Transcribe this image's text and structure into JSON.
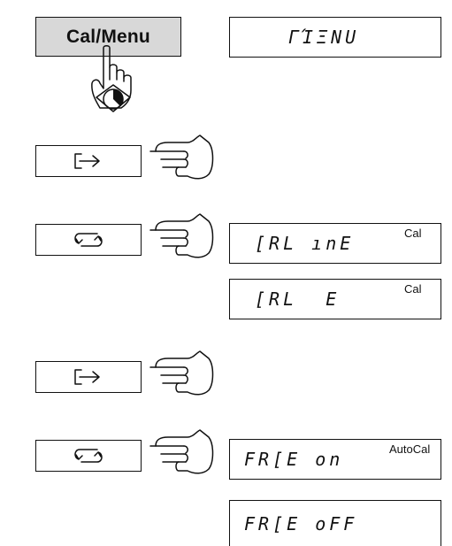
{
  "keys": {
    "cal_menu_label": "Cal/Menu",
    "transfer_icon": "transfer-arrow-icon",
    "scroll_icon": "scroll-cycle-icon"
  },
  "displays": [
    {
      "text": "ΓΊΞNU",
      "sup": ""
    },
    {
      "text": "[RL ınΕ",
      "sup": "Cal"
    },
    {
      "text": "[RL  E",
      "sup": "Cal"
    },
    {
      "text": "FR[Ε on",
      "sup": "AutoCal"
    },
    {
      "text": "FR[Ε oFF",
      "sup": ""
    }
  ],
  "press_icon": "press-and-hold-timer-icon",
  "hand_icon": "pointing-hand-icon"
}
